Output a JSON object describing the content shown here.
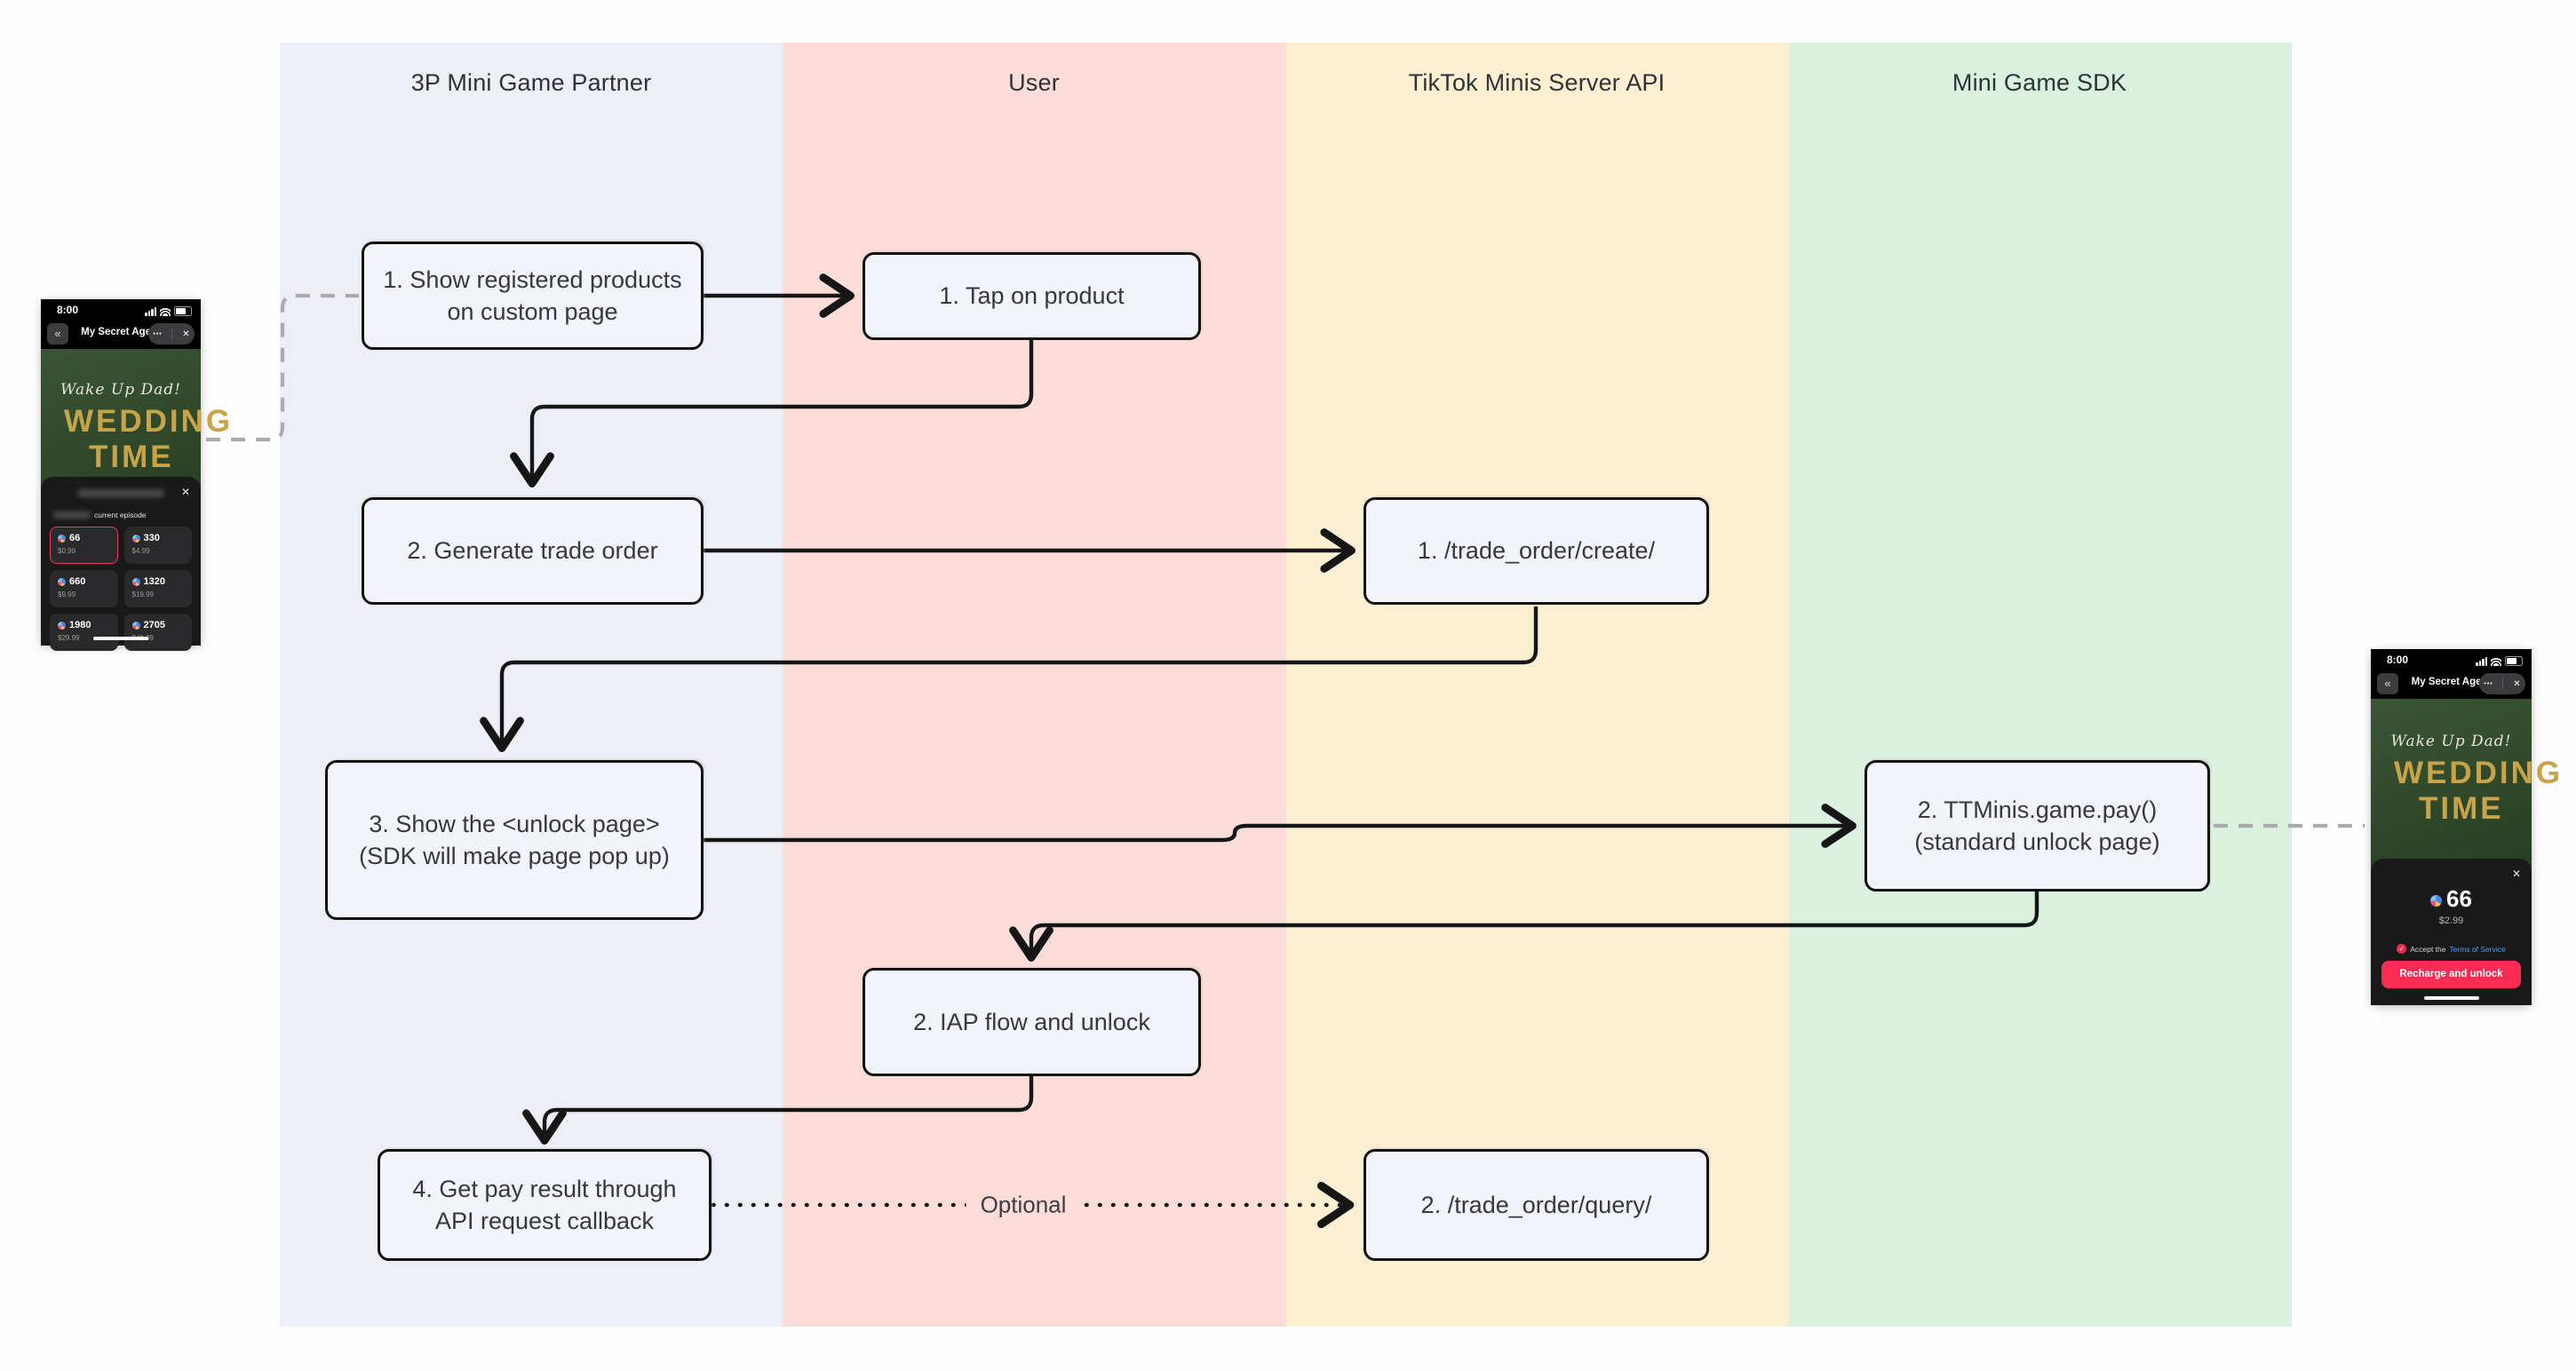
{
  "diagram": {
    "lanes": [
      {
        "label": "3P Mini Game Partner",
        "color": "#edeff6"
      },
      {
        "label": "User",
        "color": "#fbdcd9"
      },
      {
        "label": "TikTok Minis Server API",
        "color": "#fdf0d2"
      },
      {
        "label": "Mini Game SDK",
        "color": "#d9f1de"
      }
    ],
    "nodes": {
      "show_products": "1. Show registered products on custom page",
      "tap_product": "1. Tap on product",
      "generate_order": "2. Generate trade order",
      "trade_create": "1. /trade_order/create/",
      "unlock_page": "3. Show the <unlock page> (SDK will make page pop up)",
      "ttminis_pay": "2. TTMinis.game.pay() (standard unlock page)",
      "iap_flow": "2. IAP flow  and unlock",
      "pay_result": "4. Get pay result through API request callback",
      "trade_query": "2. /trade_order/query/"
    },
    "optional_label": "Optional",
    "line_color": "#161616",
    "dashed_color": "#ababab"
  },
  "icons": {
    "back": "«",
    "more": "•••",
    "close": "✕",
    "check": "✓"
  },
  "phone_left": {
    "status_time": "8:00",
    "nav_title": "My Secret Agent",
    "script_text": "Wake Up Dad!",
    "title_line1": "WEDDING",
    "title_line2": "TIME",
    "sheet_note": "current episode",
    "packages": [
      {
        "amount": "66",
        "price": "$0.99"
      },
      {
        "amount": "330",
        "price": "$4.99"
      },
      {
        "amount": "660",
        "price": "$9.99"
      },
      {
        "amount": "1320",
        "price": "$19.99"
      },
      {
        "amount": "1980",
        "price": "$29.99"
      },
      {
        "amount": "2705",
        "price": "$49.99"
      }
    ]
  },
  "phone_right": {
    "status_time": "8:00",
    "nav_title": "My Secret Agent",
    "script_text": "Wake Up Dad!",
    "title_line1": "WEDDING",
    "title_line2": "TIME",
    "amount": "66",
    "price": "$2.99",
    "accept_prefix": "Accept the",
    "terms_link": "Terms of Service",
    "button_label": "Recharge and unlock"
  }
}
